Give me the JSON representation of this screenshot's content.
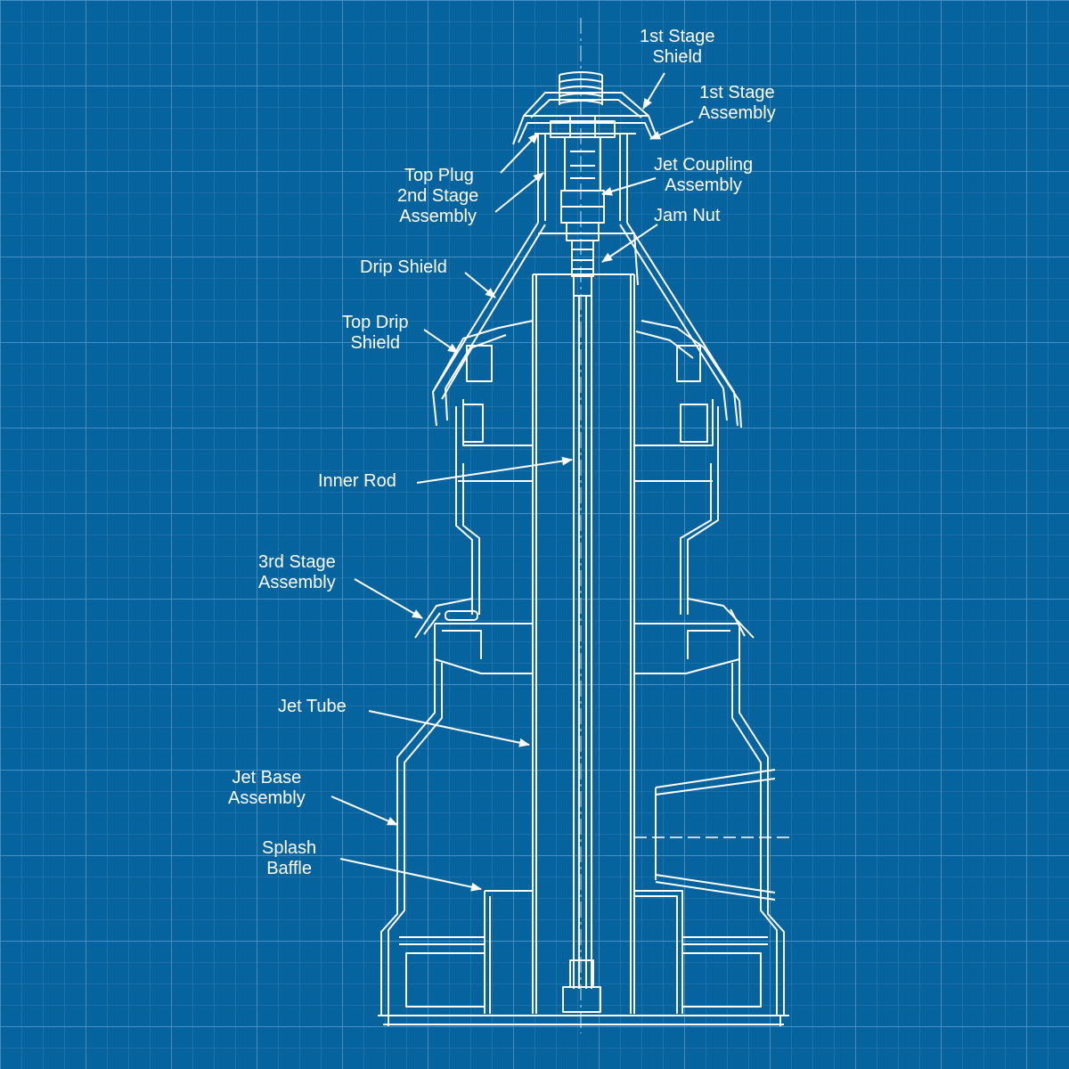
{
  "theme": {
    "background": "#07639d",
    "grid": "#4a8fc0",
    "ink": "#ffffff"
  },
  "labels": {
    "stage1_shield": [
      "1st Stage",
      "Shield"
    ],
    "stage1_assembly": [
      "1st Stage",
      "Assembly"
    ],
    "top_plug": "Top Plug",
    "stage2_assembly": [
      "2nd Stage",
      "Assembly"
    ],
    "jet_coupling": [
      "Jet Coupling",
      "Assembly"
    ],
    "jam_nut": "Jam Nut",
    "drip_shield": "Drip Shield",
    "top_drip_shield": [
      "Top Drip",
      "Shield"
    ],
    "inner_rod": "Inner Rod",
    "stage3_assembly": [
      "3rd Stage",
      "Assembly"
    ],
    "jet_tube": "Jet Tube",
    "jet_base": [
      "Jet Base",
      "Assembly"
    ],
    "splash_baffle": [
      "Splash",
      "Baffle"
    ]
  }
}
